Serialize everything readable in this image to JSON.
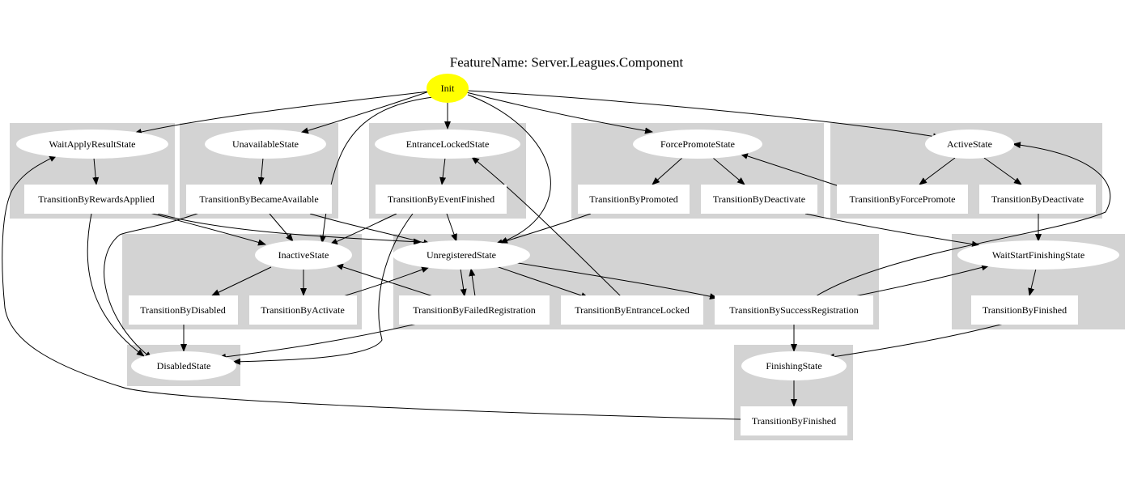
{
  "title": "FeatureName: Server.Leagues.Component",
  "colors": {
    "cluster_fill": "#d3d3d3",
    "init_fill": "#ffff00",
    "node_fill": "#ffffff",
    "edge": "#000000"
  },
  "nodes": {
    "init": "Init",
    "wait_apply_result": "WaitApplyResultState",
    "transition_by_rewards_applied": "TransitionByRewardsApplied",
    "unavailable": "UnavailableState",
    "transition_by_became_available": "TransitionByBecameAvailable",
    "entrance_locked": "EntranceLockedState",
    "transition_by_event_finished": "TransitionByEventFinished",
    "force_promote": "ForcePromoteState",
    "transition_by_promoted": "TransitionByPromoted",
    "transition_by_deactivate_fp": "TransitionByDeactivate",
    "active": "ActiveState",
    "transition_by_force_promote": "TransitionByForcePromote",
    "transition_by_deactivate_active": "TransitionByDeactivate",
    "inactive": "InactiveState",
    "transition_by_disabled": "TransitionByDisabled",
    "transition_by_activate": "TransitionByActivate",
    "unregistered": "UnregisteredState",
    "transition_by_failed_registration": "TransitionByFailedRegistration",
    "transition_by_entrance_locked": "TransitionByEntranceLocked",
    "transition_by_success_registration": "TransitionBySuccessRegistration",
    "wait_start_finishing": "WaitStartFinishingState",
    "transition_by_finished_wsf": "TransitionByFinished",
    "disabled": "DisabledState",
    "finishing": "FinishingState",
    "transition_by_finished_fs": "TransitionByFinished"
  }
}
